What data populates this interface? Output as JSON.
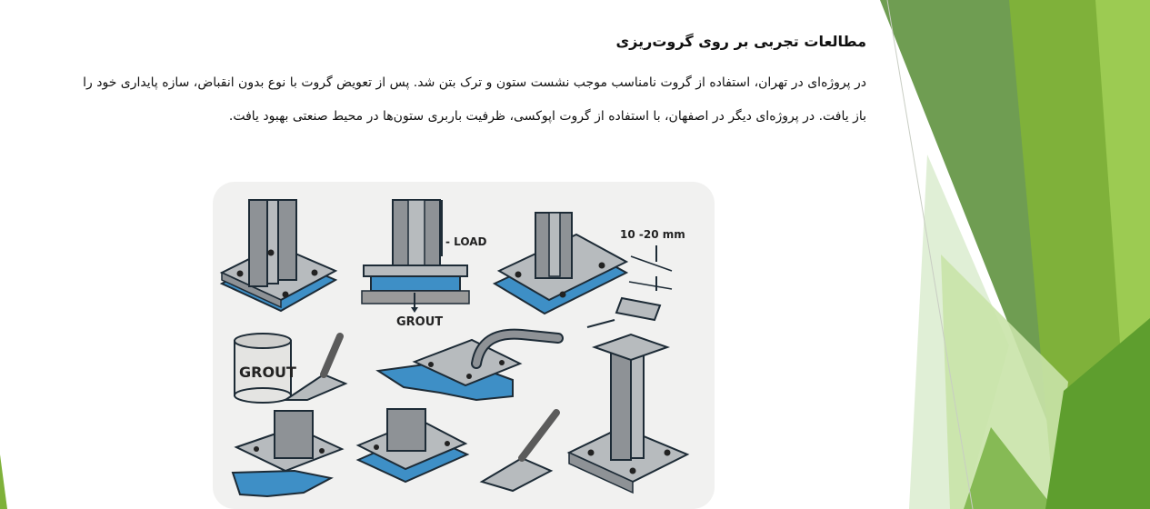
{
  "slide": {
    "title": "مطالعات تجربی بر روی گروت‌ریزی",
    "paragraph": "در پروژه‌ای در تهران، استفاده از گروت نامناسب موجب نشست ستون و ترک بتن شد. پس از تعویض گروت با نوع بدون انقباض، سازه پایداری خود را باز یافت. در پروژه‌ای دیگر در اصفهان، با استفاده از گروت اپوکسی، ظرفیت باربری ستون‌ها در محیط صنعتی بهبود یافت."
  },
  "figure": {
    "load_label": "- LOAD",
    "grout_label": "GROUT",
    "gap_label": "10 -20 mm",
    "bucket_label": "GROUT"
  },
  "colors": {
    "green_dark": "#5f9444",
    "green_mid": "#78b03a",
    "green_light": "#a6d06a",
    "grout_blue": "#3e8fc6",
    "steel": "#8e9296"
  }
}
